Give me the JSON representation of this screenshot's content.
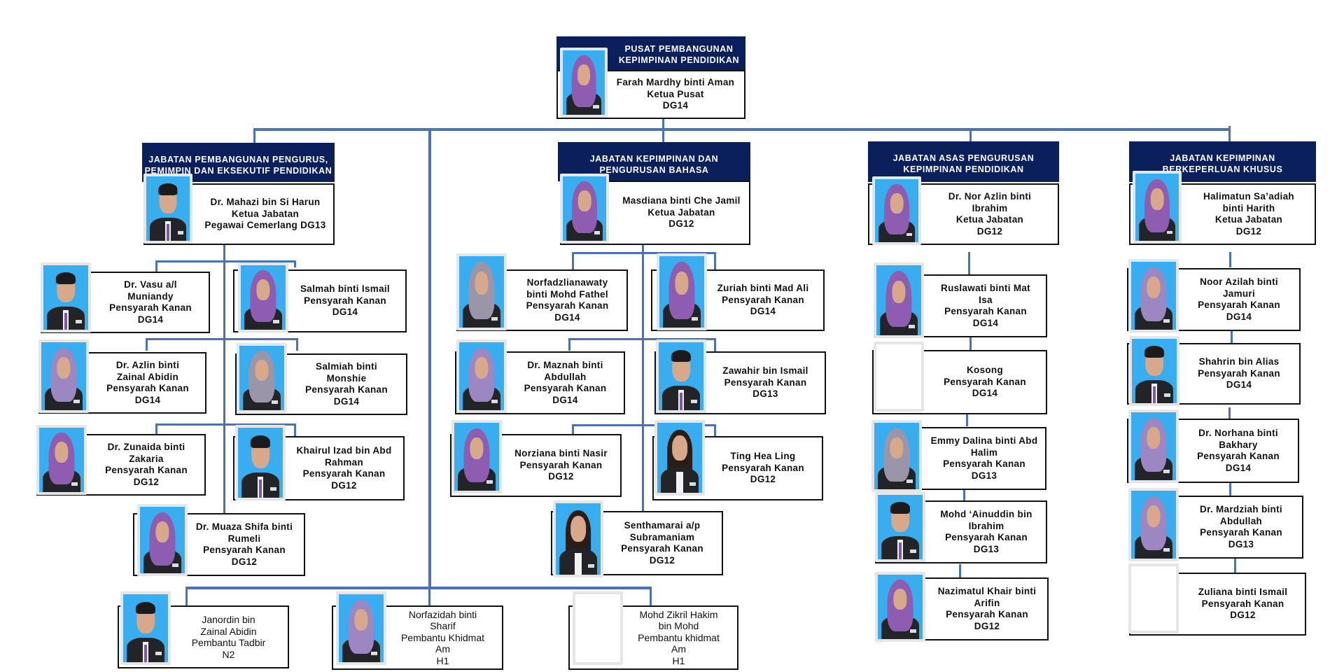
{
  "colors": {
    "header_bg": "#0b1f5c",
    "connector": "#4a72b8",
    "photo_bg": "#38aef0"
  },
  "centre": {
    "title_lines": [
      "PUSAT PEMBANGUNAN",
      "KEPIMPINAN PENDIDIKAN"
    ],
    "head": {
      "lines": [
        "Farah Mardhy binti Aman",
        "Ketua Pusat",
        "DG14"
      ],
      "photo": "woman-hijab-purple"
    }
  },
  "departments": [
    {
      "title_lines": [
        "JABATAN PEMBANGUNAN PENGURUS,",
        "PEMIMPIN DAN EKSEKUTIF PENDIDIKAN"
      ],
      "head": {
        "lines": [
          "Dr. Mahazi bin Si Harun",
          "Ketua Jabatan",
          "Pegawai Cemerlang DG13"
        ],
        "photo": "man-tie"
      },
      "staff": [
        {
          "lines": [
            "Dr. Vasu a/l",
            "Muniandy",
            "Pensyarah Kanan",
            "DG14"
          ],
          "photo": "man-tie"
        },
        {
          "lines": [
            "Salmah binti Ismail",
            "Pensyarah Kanan",
            "DG14"
          ],
          "photo": "woman-hijab-purple"
        },
        {
          "lines": [
            "Dr. Azlin binti",
            "Zainal Abidin",
            "Pensyarah Kanan",
            "DG14"
          ],
          "photo": "woman-hijab-lilac"
        },
        {
          "lines": [
            "Salmiah binti",
            "Monshie",
            "Pensyarah Kanan",
            "DG14"
          ],
          "photo": "woman-hijab-grey"
        },
        {
          "lines": [
            "Dr. Zunaida binti",
            "Zakaria",
            "Pensyarah Kanan",
            "DG12"
          ],
          "photo": "woman-hijab-purple"
        },
        {
          "lines": [
            "Khairul Izad bin Abd",
            "Rahman",
            "Pensyarah Kanan",
            "DG12"
          ],
          "photo": "man-tie"
        },
        {
          "lines": [
            "Dr. Muaza Shifa binti",
            "Rumeli",
            "Pensyarah Kanan",
            "DG12"
          ],
          "photo": "woman-hijab-purple"
        }
      ]
    },
    {
      "title_lines": [
        "JABATAN KEPIMPINAN DAN",
        "PENGURUSAN BAHASA"
      ],
      "head": {
        "lines": [
          "Masdiana binti Che Jamil",
          "Ketua Jabatan",
          "DG12"
        ],
        "photo": "woman-hijab-purple"
      },
      "staff": [
        {
          "lines": [
            "Norfadzlianawaty",
            "binti Mohd Fathel",
            "Pensyarah Kanan",
            "DG14"
          ],
          "photo": "woman-hijab-grey"
        },
        {
          "lines": [
            "Zuriah binti Mad Ali",
            "Pensyarah Kanan",
            "DG14"
          ],
          "photo": "woman-hijab-purple"
        },
        {
          "lines": [
            "Dr. Maznah binti",
            "Abdullah",
            "Pensyarah Kanan",
            "DG14"
          ],
          "photo": "woman-hijab-lilac"
        },
        {
          "lines": [
            "Zawahir bin Ismail",
            "Pensyarah Kanan",
            "DG13"
          ],
          "photo": "man-tie"
        },
        {
          "lines": [
            "Norziana binti Nasir",
            "Pensyarah Kanan",
            "DG12"
          ],
          "photo": "woman-hijab-purple"
        },
        {
          "lines": [
            "Ting Hea Ling",
            "Pensyarah Kanan",
            "DG12"
          ],
          "photo": "woman-long-hair"
        },
        {
          "lines": [
            "Senthamarai a/p",
            "Subramaniam",
            "Pensyarah Kanan",
            "DG12"
          ],
          "photo": "woman-long-hair"
        }
      ]
    },
    {
      "title_lines": [
        "JABATAN ASAS PENGURUSAN",
        "KEPIMPINAN PENDIDIKAN"
      ],
      "head": {
        "lines": [
          "Dr. Nor Azlin binti",
          "Ibrahim",
          "Ketua Jabatan",
          "DG12"
        ],
        "photo": "woman-hijab-purple"
      },
      "staff": [
        {
          "lines": [
            "Ruslawati binti Mat",
            "Isa",
            "Pensyarah Kanan",
            "DG14"
          ],
          "photo": "woman-hijab-purple"
        },
        {
          "lines": [
            "Kosong",
            "Pensyarah Kanan",
            "DG14"
          ],
          "photo": "empty"
        },
        {
          "lines": [
            "Emmy Dalina binti Abd",
            "Halim",
            "Pensyarah Kanan",
            "DG13"
          ],
          "photo": "woman-hijab-grey"
        },
        {
          "lines": [
            "Mohd ‘Ainuddin bin",
            "Ibrahim",
            "Pensyarah Kanan",
            "DG13"
          ],
          "photo": "man-tie"
        },
        {
          "lines": [
            "Nazimatul Khair binti",
            "Arifin",
            "Pensyarah Kanan",
            "DG12"
          ],
          "photo": "woman-hijab-purple"
        }
      ]
    },
    {
      "title_lines": [
        "JABATAN KEPIMPINAN",
        "BERKEPERLUAN KHUSUS"
      ],
      "head": {
        "lines": [
          "Halimatun Sa’adiah",
          "binti Harith",
          "Ketua Jabatan",
          "DG12"
        ],
        "photo": "woman-hijab-purple"
      },
      "staff": [
        {
          "lines": [
            "Noor Azilah binti",
            "Jamuri",
            "Pensyarah Kanan",
            "DG14"
          ],
          "photo": "woman-hijab-lilac"
        },
        {
          "lines": [
            "Shahrin bin Alias",
            "Pensyarah Kanan",
            "DG14"
          ],
          "photo": "man-tie"
        },
        {
          "lines": [
            "Dr. Norhana binti",
            "Bakhary",
            "Pensyarah Kanan",
            "DG14"
          ],
          "photo": "woman-hijab-lilac"
        },
        {
          "lines": [
            "Dr. Mardziah binti",
            "Abdullah",
            "Pensyarah Kanan",
            "DG13"
          ],
          "photo": "woman-hijab-lilac"
        },
        {
          "lines": [
            "Zuliana binti Ismail",
            "Pensyarah Kanan",
            "DG12"
          ],
          "photo": "empty"
        }
      ]
    }
  ],
  "support_staff": [
    {
      "lines": [
        "Janordin bin",
        "Zainal Abidin",
        "Pembantu Tadbir",
        "N2"
      ],
      "photo": "man-tie"
    },
    {
      "lines": [
        "Norfazidah binti",
        "Sharif",
        "Pembantu Khidmat",
        "Am",
        "H1"
      ],
      "photo": "woman-hijab-lilac"
    },
    {
      "lines": [
        "Mohd Zikril Hakim",
        "bin Mohd",
        "Pembantu khidmat",
        "Am",
        "H1"
      ],
      "photo": "empty"
    }
  ]
}
